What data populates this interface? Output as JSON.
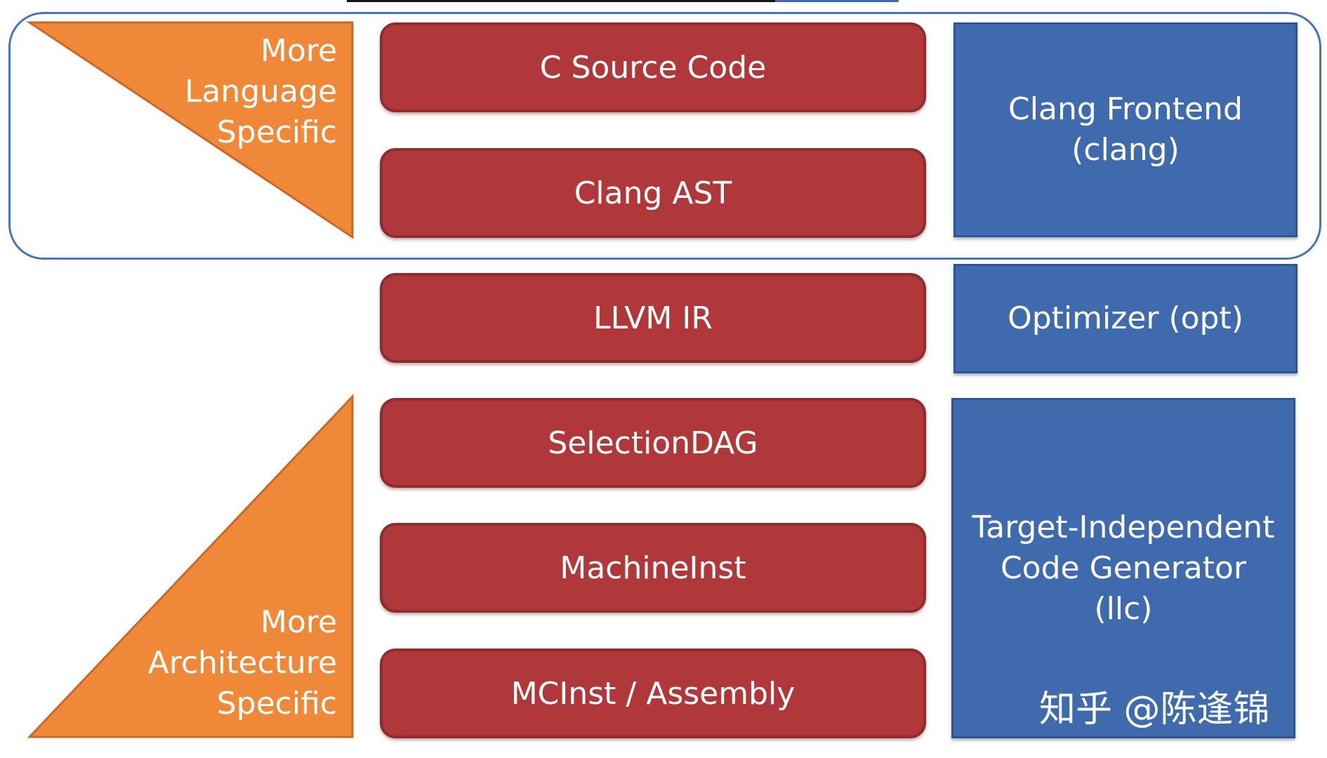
{
  "pipeline": {
    "stages": [
      "C Source Code",
      "Clang AST",
      "LLVM IR",
      "SelectionDAG",
      "MachineInst",
      "MCInst / Assembly"
    ],
    "tools": [
      "Clang Frontend\n(clang)",
      "Optimizer (opt)",
      "Target-Independent\nCode Generator\n(llc)"
    ],
    "axis": {
      "top_label": "More\nLanguage\nSpecific",
      "bottom_label": "More\nArchitecture\nSpecific"
    }
  },
  "watermark": "知乎 @陈逢锦",
  "colors": {
    "stage_fill": "#b0383b",
    "tool_fill": "#3f6aad",
    "triangle_fill": "#f0883a",
    "outline": "#4a73bd"
  }
}
